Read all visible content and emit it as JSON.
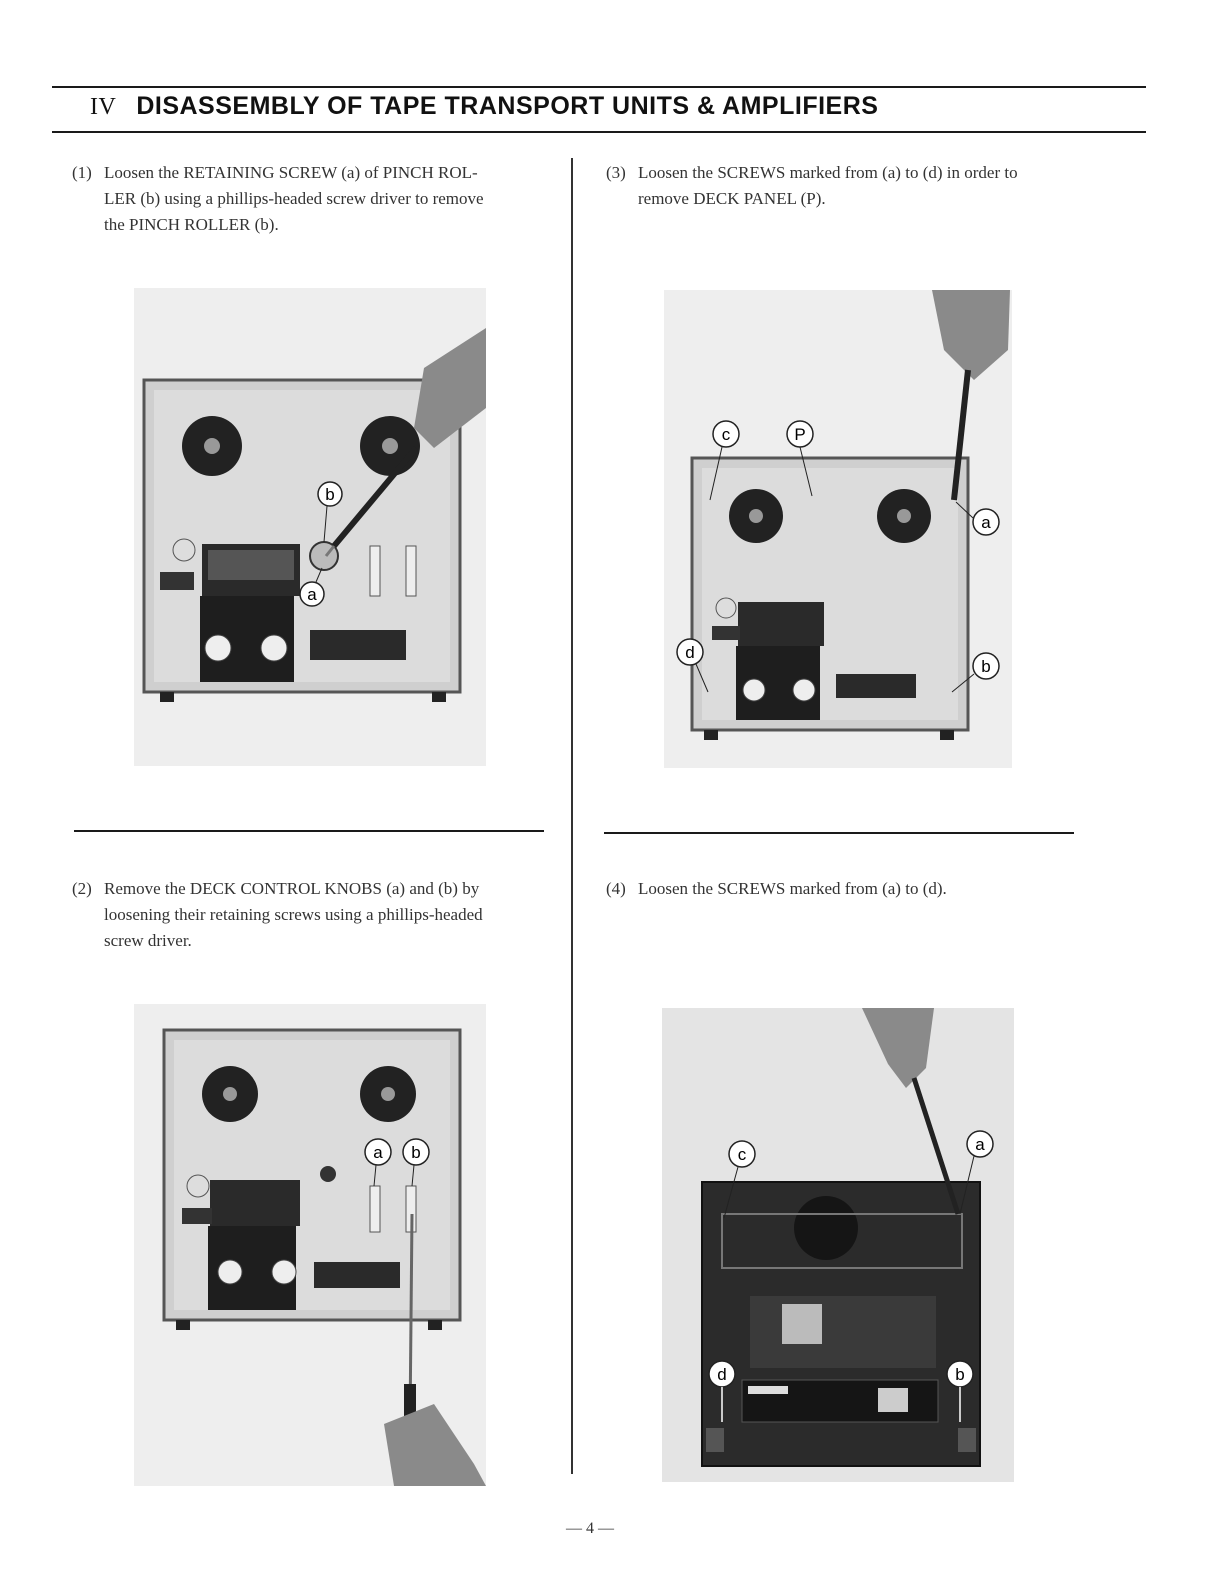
{
  "header": {
    "roman": "IV",
    "title": "DISASSEMBLY OF TAPE TRANSPORT UNITS & AMPLIFIERS"
  },
  "steps": [
    {
      "num": "(1)",
      "lines": [
        "Loosen the RETAINING SCREW (a) of PINCH ROL-",
        "LER (b) using a phillips-headed screw driver to remove",
        "the PINCH ROLLER (b)."
      ]
    },
    {
      "num": "(2)",
      "lines": [
        "Remove the DECK CONTROL KNOBS (a) and (b) by",
        "loosening their retaining screws using a phillips-headed",
        "screw driver."
      ]
    },
    {
      "num": "(3)",
      "lines": [
        "Loosen the SCREWS marked from (a) to (d) in order to",
        "remove DECK PANEL (P)."
      ]
    },
    {
      "num": "(4)",
      "lines": [
        "Loosen the SCREWS marked from (a) to (d)."
      ]
    }
  ],
  "callouts": {
    "p1": [
      "b",
      "a"
    ],
    "p2": [
      "a",
      "b"
    ],
    "p3": [
      "c",
      "P",
      "a",
      "d",
      "b"
    ],
    "p4": [
      "c",
      "a",
      "d",
      "b"
    ]
  },
  "colors": {
    "ink": "#1a1a1a",
    "photo_bg": "#ececec",
    "panel": "#d6d6d6",
    "dark": "#2b2b2b"
  },
  "page_number": "— 4 —"
}
